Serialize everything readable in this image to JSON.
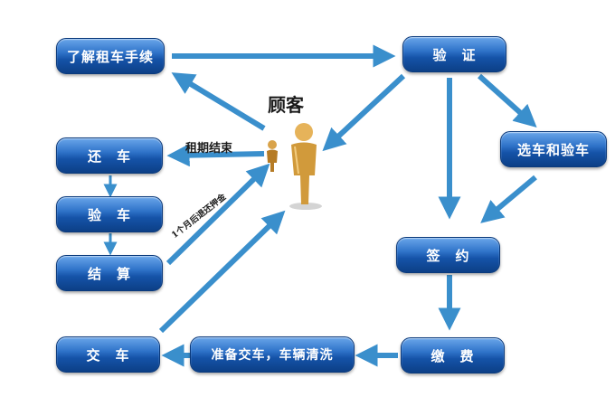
{
  "diagram": {
    "customer_label": "顾客",
    "nodes": {
      "understand_procedure": "了解租车手续",
      "verify": "验　证",
      "select_inspect_car": "选车和验车",
      "sign_contract": "签　约",
      "pay_fee": "缴　费",
      "prepare_car": "准备交车，车辆清洗",
      "deliver_car": "交　车",
      "return_car": "还　车",
      "inspect_car": "验　车",
      "settle": "结　算"
    },
    "edge_labels": {
      "lease_end": "租期结束",
      "deposit_return": "1个月后退还押金"
    },
    "colors": {
      "node_gradient_top": "#6aa6ea",
      "node_gradient_bottom": "#0c3f86",
      "arrow": "#3a8fcc"
    }
  }
}
